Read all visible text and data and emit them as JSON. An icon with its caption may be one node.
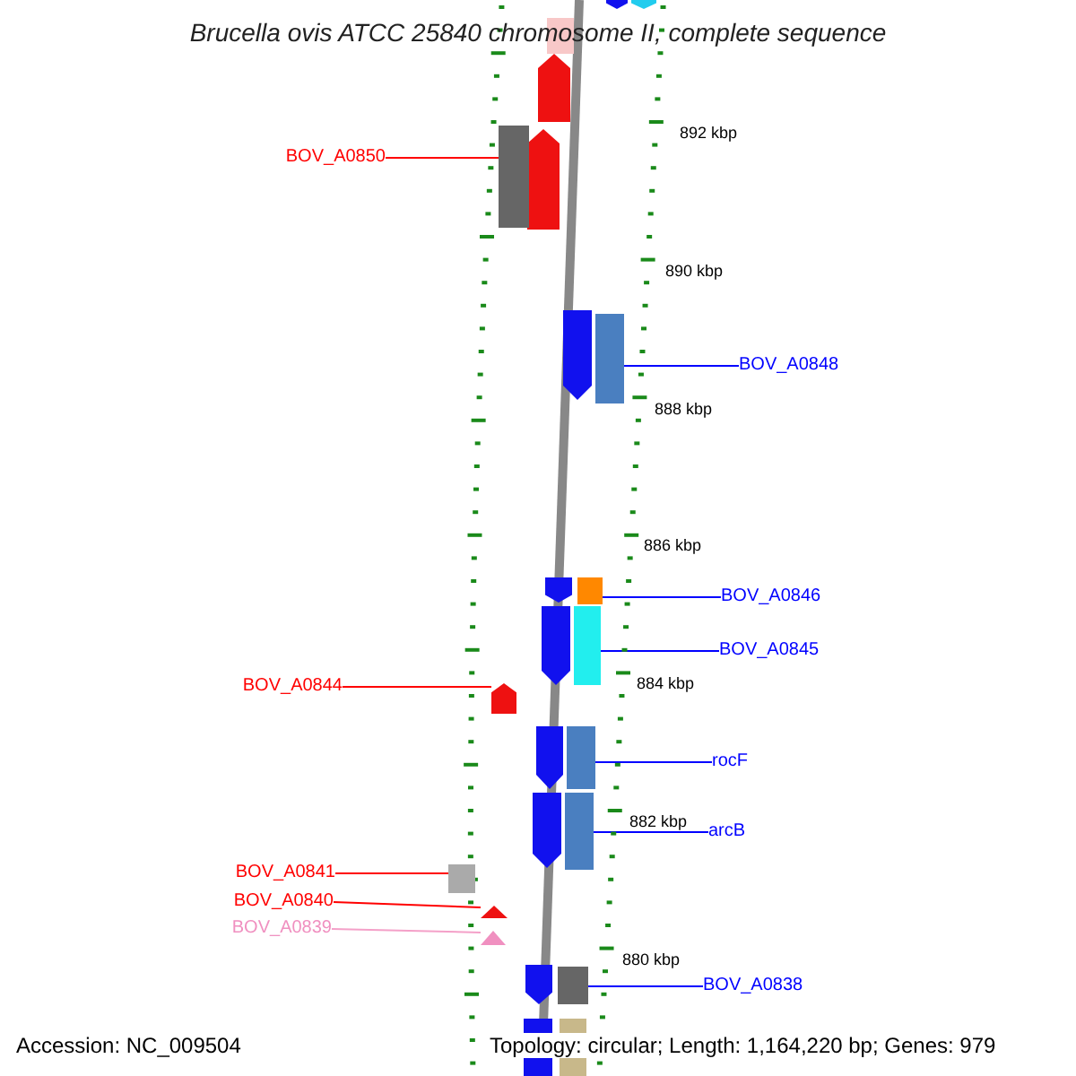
{
  "diagram": {
    "title": "Brucella ovis ATCC 25840 chromosome II, complete sequence",
    "nodes": [
      {
        "text": [
          "BOV_A0850"
        ]
      },
      {
        "text": [],
        "shape": "box"
      },
      {
        "text": [
          "BOV_A0848"
        ]
      },
      {
        "text": [],
        "shape": "box"
      },
      {
        "text": [
          "BOV_A0846"
        ]
      },
      {
        "text": [],
        "shape": "box"
      },
      {
        "text": [
          "BOV_A0845"
        ]
      },
      {
        "text": [],
        "shape": "box"
      },
      {
        "text": [
          "BOV_A0844"
        ]
      },
      {
        "text": [],
        "shape": "pentagon"
      },
      {
        "text": [
          "rocF"
        ]
      },
      {
        "text": [],
        "shape": "box"
      },
      {
        "text": [
          "arcB"
        ]
      },
      {
        "text": [],
        "shape": "box"
      },
      {
        "text": [
          "BOV_A0841"
        ]
      },
      {
        "text": [],
        "shape": "box"
      },
      {
        "text": [
          "BOV_A0840"
        ]
      },
      {
        "text": [],
        "shape": "triangle"
      },
      {
        "text": [
          "BOV_A0839"
        ]
      },
      {
        "text": [],
        "shape": "triangle"
      },
      {
        "text": [
          "BOV_A0838"
        ]
      },
      {
        "text": [],
        "shape": "box"
      }
    ],
    "edges": [
      {
        "from": 0,
        "to": 1,
        "arrow": "none",
        "color": "#ff0000"
      },
      {
        "from": 2,
        "to": 3,
        "arrow": "none"
      },
      {
        "from": 4,
        "to": 5,
        "arrow": "none"
      },
      {
        "from": 6,
        "to": 7,
        "arrow": "none"
      },
      {
        "from": 8,
        "to": 9,
        "arrow": "none",
        "color": "#ff0000"
      },
      {
        "from": 10,
        "to": 11,
        "arrow": "none"
      },
      {
        "from": 12,
        "to": 13,
        "arrow": "none"
      },
      {
        "from": 14,
        "to": 15,
        "arrow": "none",
        "color": "#ff0000"
      },
      {
        "from": 16,
        "to": 17,
        "arrow": "none",
        "color": "#ff0000"
      },
      {
        "from": 18,
        "to": 19,
        "arrow": "none",
        "color": "#f4a0c8"
      },
      {
        "from": 20,
        "to": 21,
        "arrow": "none"
      }
    ],
    "labels": [
      "892 kbp",
      "890 kbp",
      "888 kbp",
      "886 kbp",
      "884 kbp",
      "882 kbp",
      "880 kbp",
      "Accession: NC_009504",
      "Topology: circular; Length: 1,164,220 bp; Genes: 979"
    ]
  }
}
